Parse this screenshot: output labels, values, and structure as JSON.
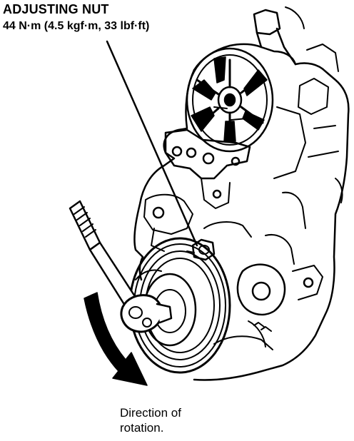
{
  "labels": {
    "adjusting_nut": "ADJUSTING NUT",
    "torque_spec": "44 N·m (4.5 kgf·m, 33 lbf·ft)",
    "direction_line1": "Direction of",
    "direction_line2": "rotation."
  },
  "colors": {
    "ink": "#000000",
    "paper": "#ffffff"
  }
}
